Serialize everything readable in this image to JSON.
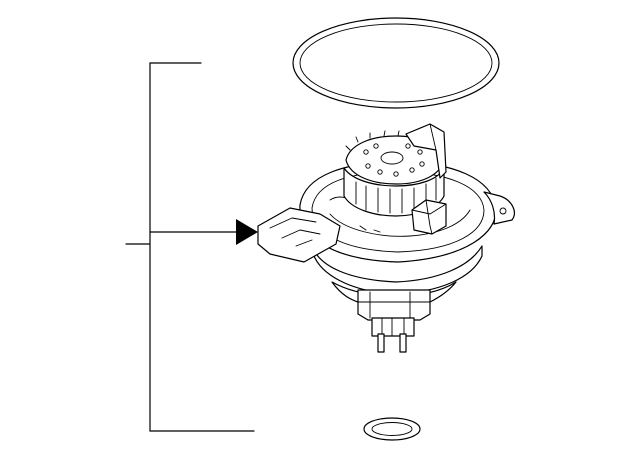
{
  "diagram": {
    "callouts": [
      "",
      "",
      "",
      ""
    ],
    "parts": [
      "upper-seal-ring",
      "main-assembly",
      "lower-o-ring"
    ],
    "colors": {
      "line": "#000000",
      "background": "#ffffff"
    }
  }
}
